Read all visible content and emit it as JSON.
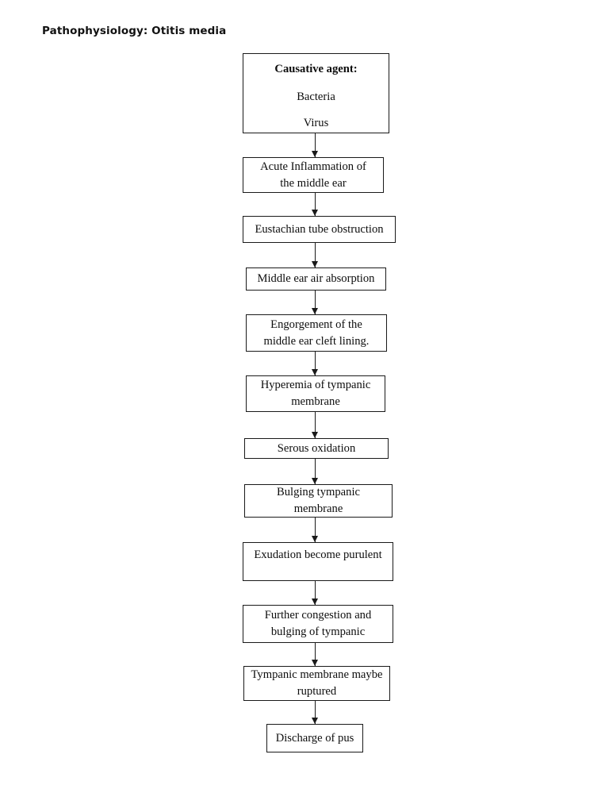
{
  "page": {
    "title": "Pathophysiology: Otitis media",
    "background_color": "#ffffff",
    "ink_color": "#1a1a1a"
  },
  "chart_data": {
    "type": "diagram",
    "diagram_type": "flowchart",
    "orientation": "top-to-bottom",
    "title": "Pathophysiology: Otitis media",
    "node_count": 13,
    "nodes": [
      {
        "id": "n1",
        "lead": "Causative agent:",
        "options": [
          "Bacteria",
          "Virus"
        ],
        "text": "Causative agent:"
      },
      {
        "id": "n2",
        "text": "Acute Inflammation of\nthe middle ear"
      },
      {
        "id": "n3",
        "text": "Eustachian tube obstruction"
      },
      {
        "id": "n4",
        "text": "Middle ear air absorption"
      },
      {
        "id": "n5",
        "text": "Engorgement of the\nmiddle ear cleft lining."
      },
      {
        "id": "n6",
        "text": "Hyperemia of tympanic\nmembrane"
      },
      {
        "id": "n7",
        "text": "Serous oxidation"
      },
      {
        "id": "n8",
        "text": "Bulging tympanic\nmembrane"
      },
      {
        "id": "n9",
        "text": "Exudation become purulent"
      },
      {
        "id": "n10",
        "text": "Further congestion and\nbulging of tympanic"
      },
      {
        "id": "n11",
        "text": "Tympanic membrane maybe\nruptured"
      },
      {
        "id": "n12",
        "text": "Discharge of pus"
      }
    ],
    "edges": [
      {
        "from": "n1",
        "to": "n2",
        "style": "arrow"
      },
      {
        "from": "n2",
        "to": "n3",
        "style": "arrow"
      },
      {
        "from": "n3",
        "to": "n4",
        "style": "arrow"
      },
      {
        "from": "n4",
        "to": "n5",
        "style": "arrow"
      },
      {
        "from": "n5",
        "to": "n6",
        "style": "arrow"
      },
      {
        "from": "n6",
        "to": "n7",
        "style": "arrow"
      },
      {
        "from": "n7",
        "to": "n8",
        "style": "arrow"
      },
      {
        "from": "n8",
        "to": "n9",
        "style": "arrow"
      },
      {
        "from": "n9",
        "to": "n10",
        "style": "arrow"
      },
      {
        "from": "n10",
        "to": "n11",
        "style": "arrow"
      },
      {
        "from": "n11",
        "to": "n12",
        "style": "arrow"
      }
    ]
  }
}
